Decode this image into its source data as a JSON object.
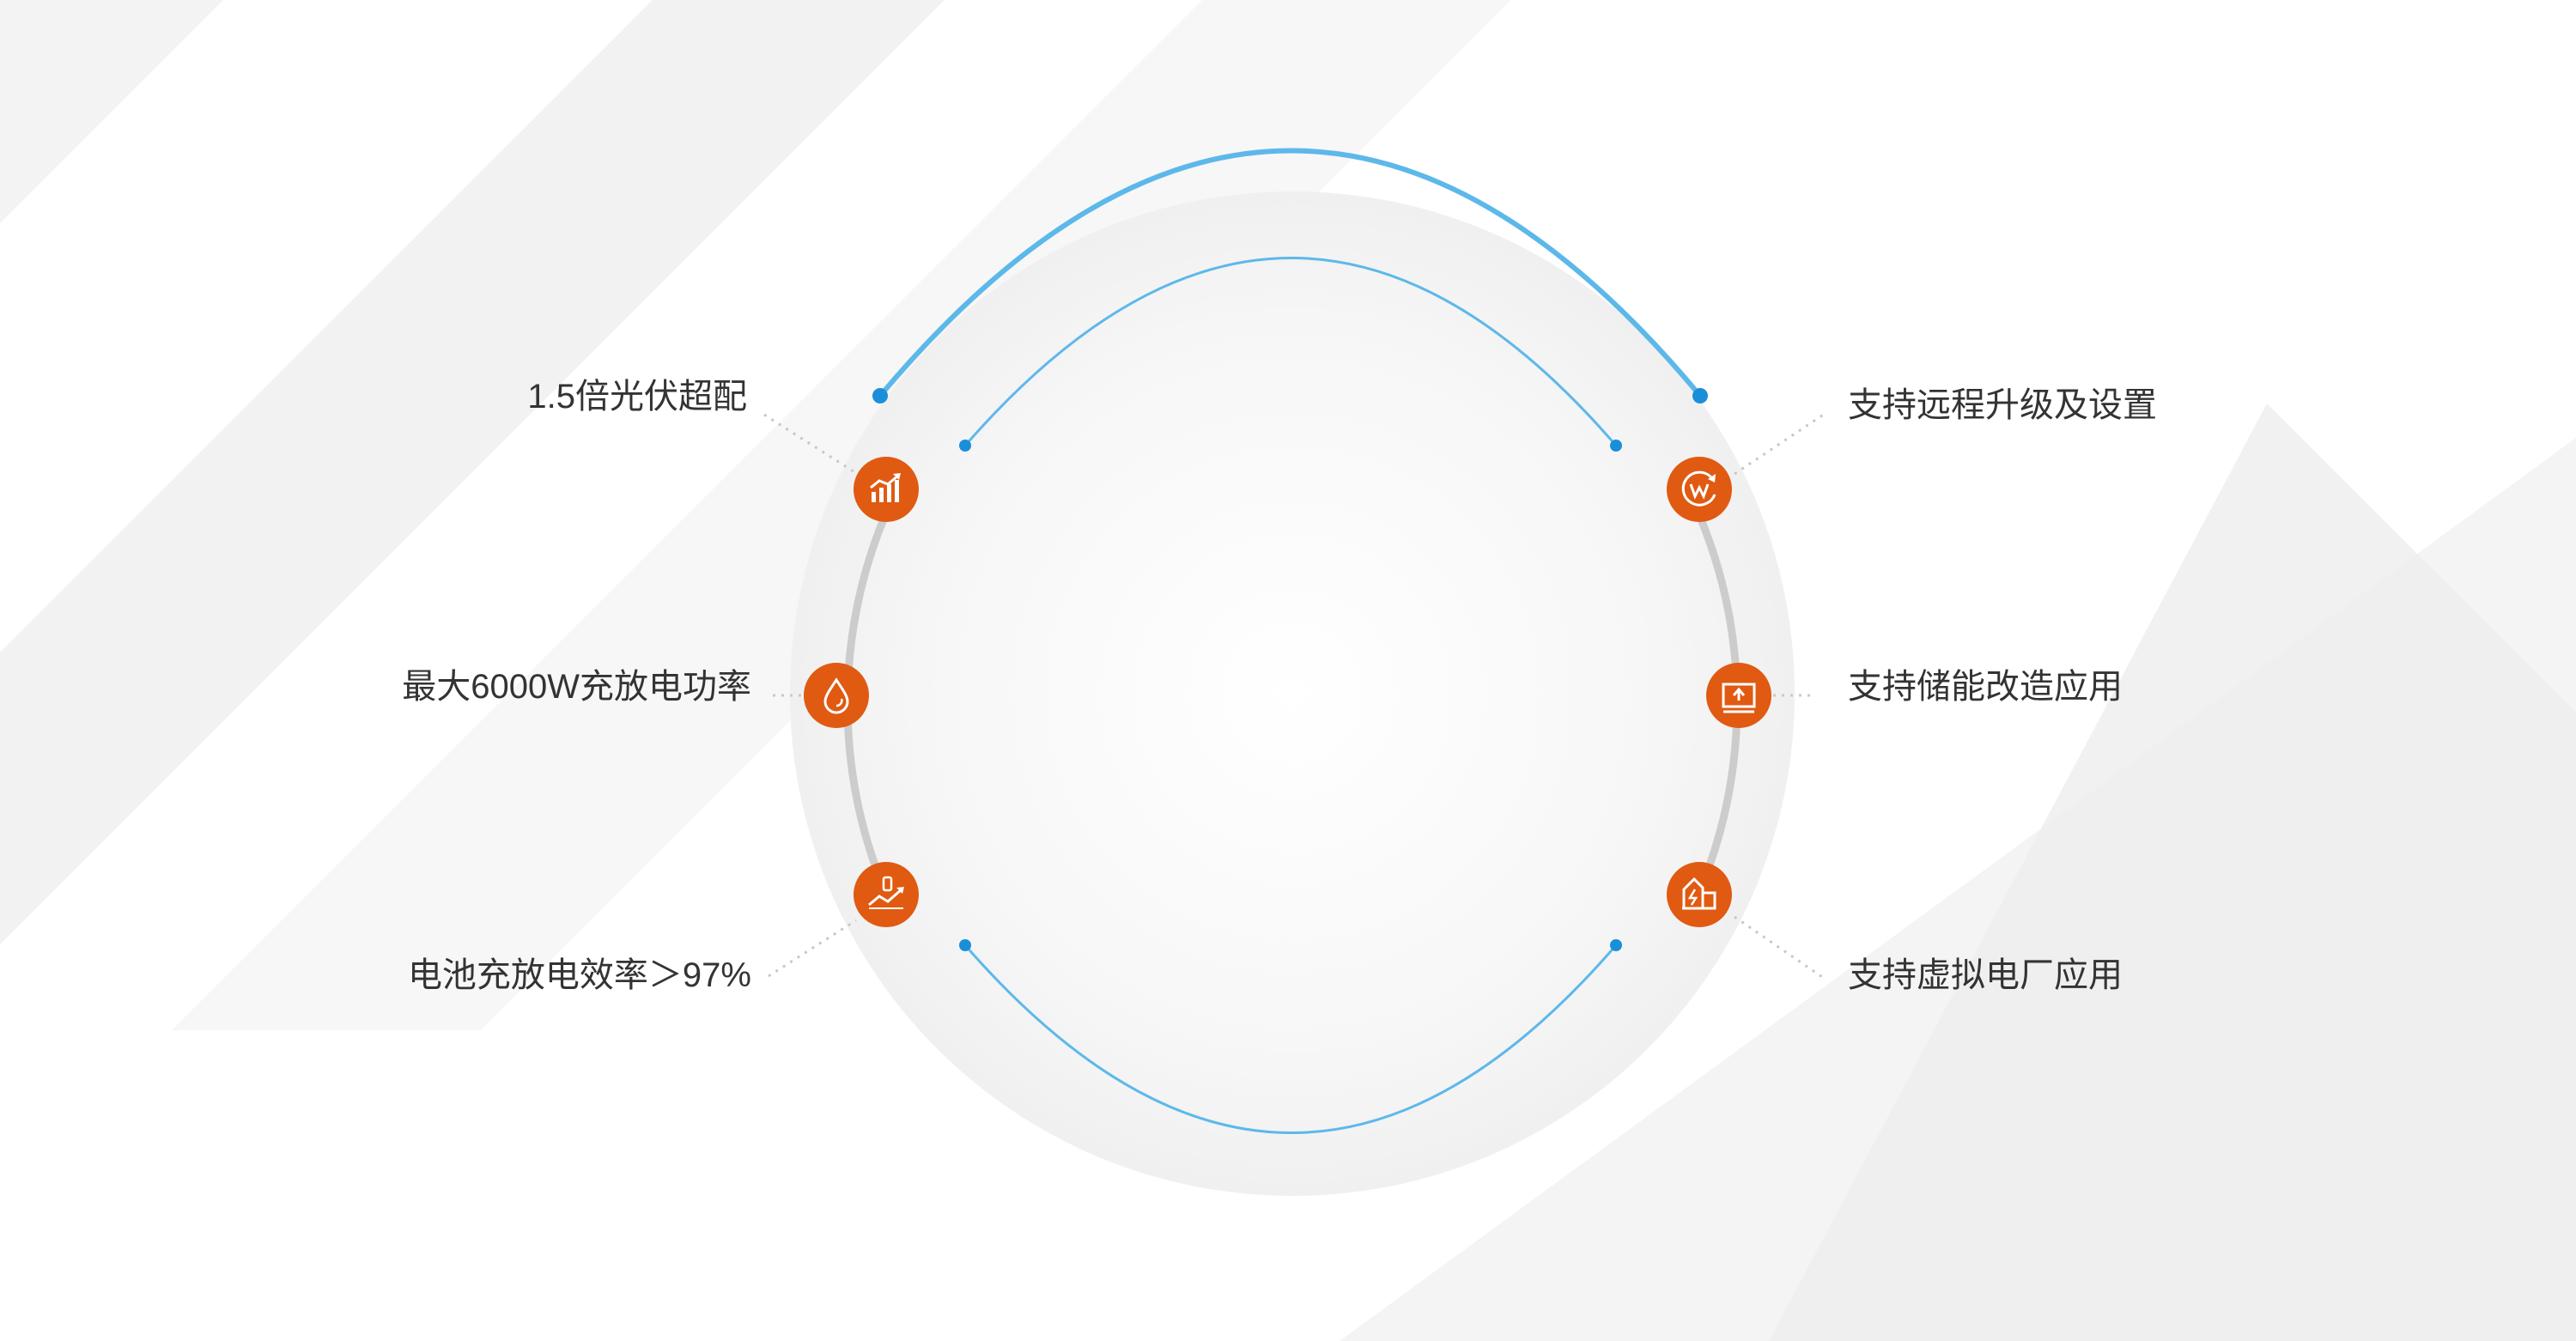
{
  "features": {
    "left": [
      {
        "label": "1.5倍光伏超配",
        "icon": "rising-bar-chart-icon"
      },
      {
        "label": "最大6000W充放电功率",
        "icon": "water-drop-icon"
      },
      {
        "label": "电池充放电效率＞97%",
        "icon": "efficiency-trend-icon"
      }
    ],
    "right": [
      {
        "label": "支持远程升级及设置",
        "icon": "remote-upgrade-w-icon"
      },
      {
        "label": "支持储能改造应用",
        "icon": "storage-retrofit-icon"
      },
      {
        "label": "支持虚拟电厂应用",
        "icon": "virtual-power-plant-icon"
      }
    ]
  },
  "colors": {
    "icon_badge": "#E05A12",
    "arc_blue": "#5DB8EA",
    "arc_dot": "#1A8FD8",
    "ring_gray": "#CCCCCC",
    "label_text": "#333333",
    "connector": "#C8C8C8"
  }
}
